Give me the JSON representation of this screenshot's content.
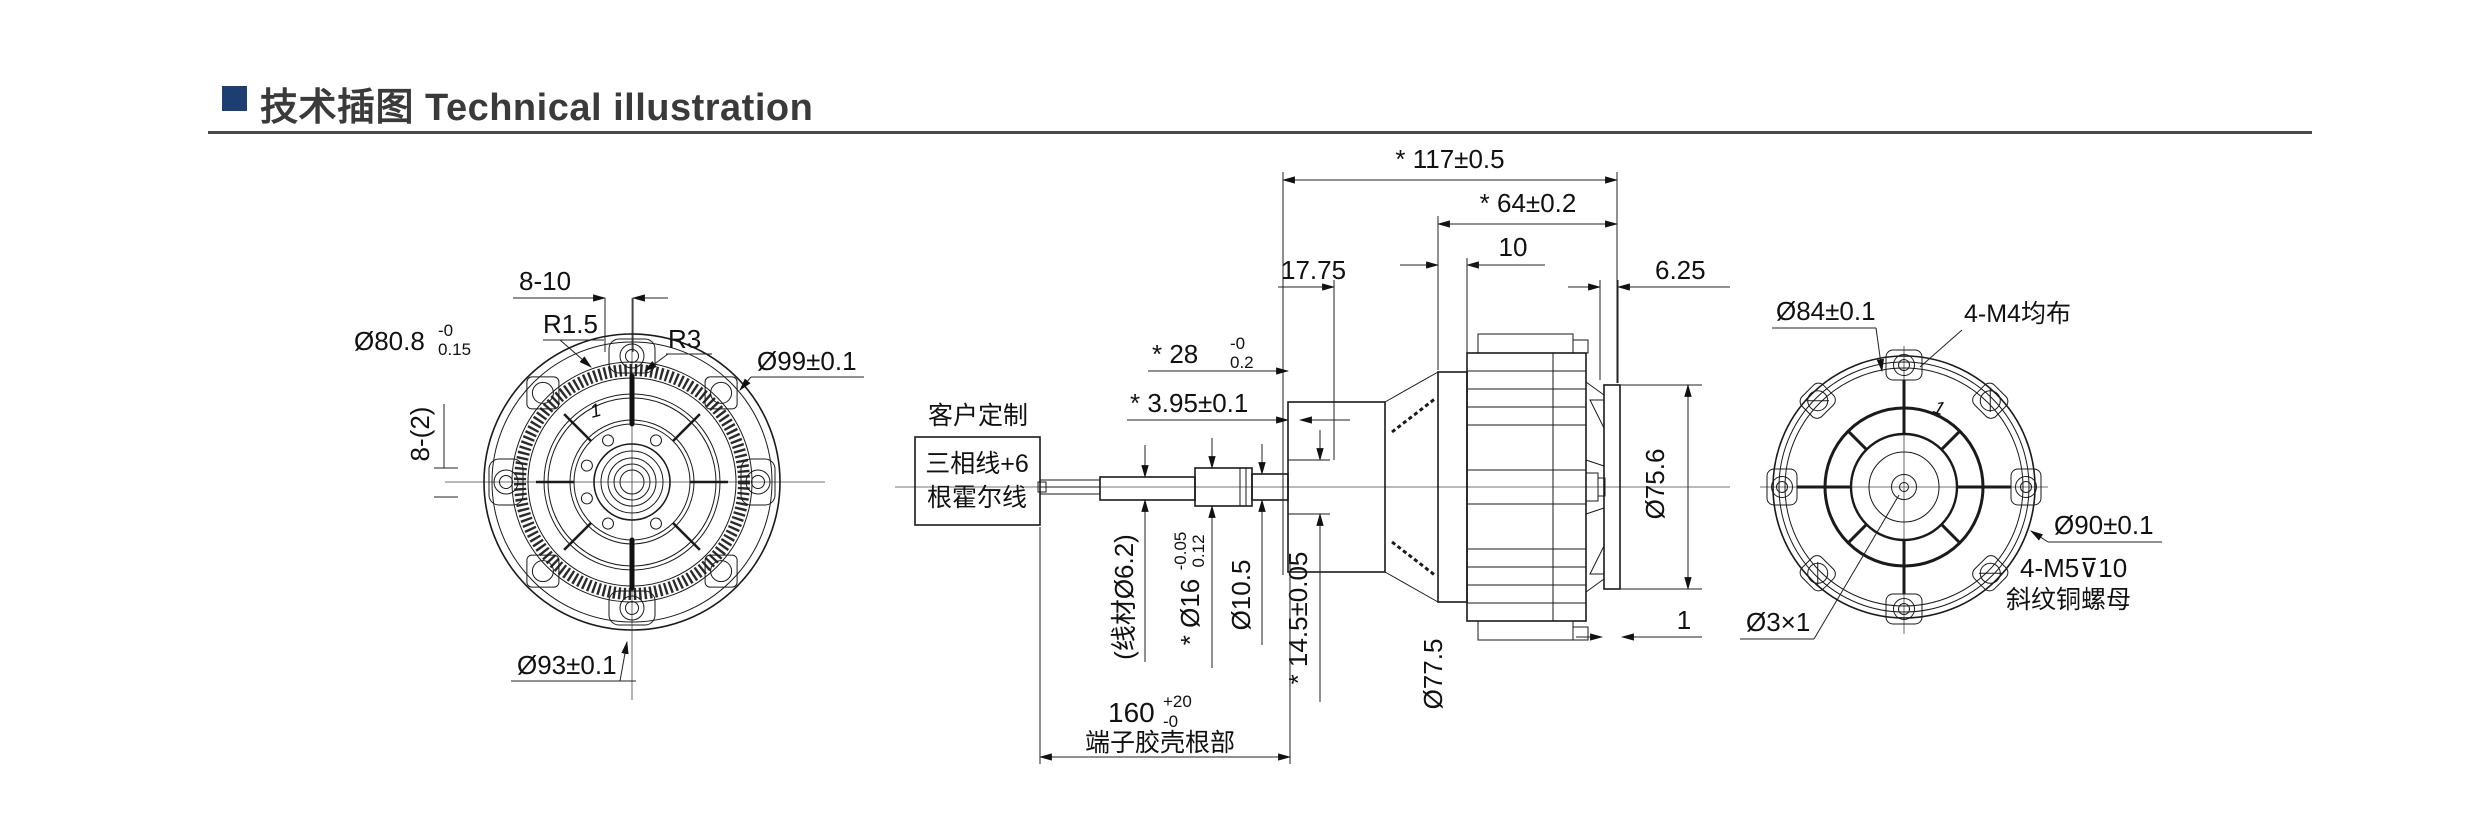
{
  "header": {
    "title": "技术插图 Technical illustration"
  },
  "front_view": {
    "slot_width": "8-10",
    "radius_inner": "R1.5",
    "radius_outer": "R3",
    "pitch_dia": "Ø80.8",
    "pitch_dia_tol_upper": "-0",
    "pitch_dia_tol_lower": "0.15",
    "outer_dia": "Ø99±0.1",
    "lug_thickness": "8-(2)",
    "lug_pitch_dia": "Ø93±0.1",
    "mark": "1"
  },
  "side_view": {
    "custom_note": "客户定制",
    "wire_note_line1": "三相线+6",
    "wire_note_line2": "根霍尔线",
    "overall_length": "* 117±0.5",
    "body_length": "* 64±0.2",
    "flange_width": "10",
    "front_length": "17.75",
    "rear_gap": "6.25",
    "shaft_length": "* 28",
    "shaft_length_tol_upper": "-0",
    "shaft_length_tol_lower": "0.2",
    "step_length": "* 3.95±0.1",
    "wire_dia": "(线材Ø6.2)",
    "shaft_dia": "* Ø16",
    "shaft_dia_tol_upper": "-0.05",
    "shaft_dia_tol_lower": "0.12",
    "tip_dia": "Ø10.5",
    "flat_height": "* 14.5±0.05",
    "cable_length": "160",
    "cable_length_tol_upper": "+20",
    "cable_length_tol_lower": "-0",
    "cable_root_note": "端子胶壳根部",
    "flange_dia": "Ø77.5",
    "rotor_dia": "Ø75.6",
    "plate_thickness": "1"
  },
  "rear_view": {
    "bolt_circle_dia": "Ø84±0.1",
    "mount_holes": "4-M4均布",
    "outer_dia": "Ø90±0.1",
    "insert_spec": "4-M5⊽10",
    "insert_note": "斜纹铜螺母",
    "center_hole": "Ø3×1",
    "mark": "1"
  }
}
